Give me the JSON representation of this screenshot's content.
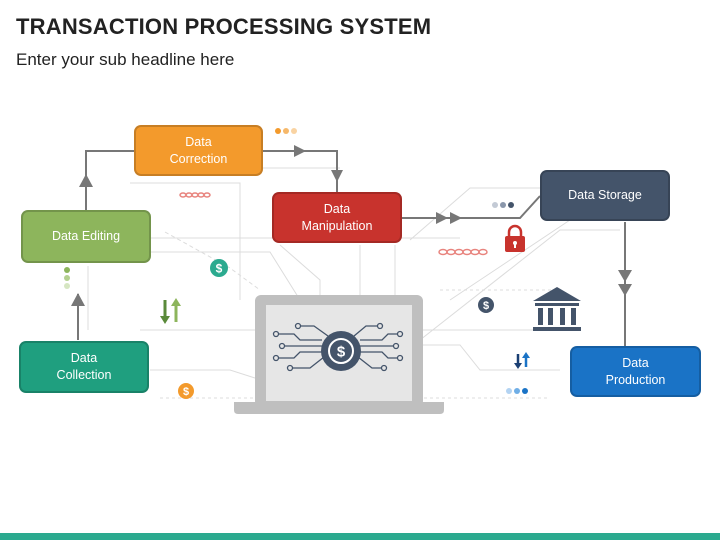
{
  "header": {
    "title": "TRANSACTION PROCESSING SYSTEM",
    "subtitle": "Enter your sub headline here"
  },
  "nodes": {
    "data_correction": {
      "line1": "Data",
      "line2": "Correction",
      "color": "#f39a2c"
    },
    "data_manipulation": {
      "line1": "Data",
      "line2": "Manipulation",
      "color": "#c8332d"
    },
    "data_storage": {
      "line1": "Data Storage",
      "color": "#44546a"
    },
    "data_editing": {
      "line1": "Data Editing",
      "color": "#8db55c"
    },
    "data_collection": {
      "line1": "Data",
      "line2": "Collection",
      "color": "#1f9f7f"
    },
    "data_production": {
      "line1": "Data",
      "line2": "Production",
      "color": "#1a73c6"
    }
  },
  "icons": {
    "dollar_glyph": "$",
    "colors": {
      "green_dollar": "#2baa8f",
      "orange_dollar": "#f39a2c",
      "navy_dollar": "#44546a",
      "lock": "#c8332d",
      "bank": "#44546a",
      "chain": "#e8847e",
      "laptop_frame": "#bfbfbf",
      "screen": "#e6e6e6",
      "coin": "#44546a"
    }
  },
  "accent": "#2baa8f"
}
